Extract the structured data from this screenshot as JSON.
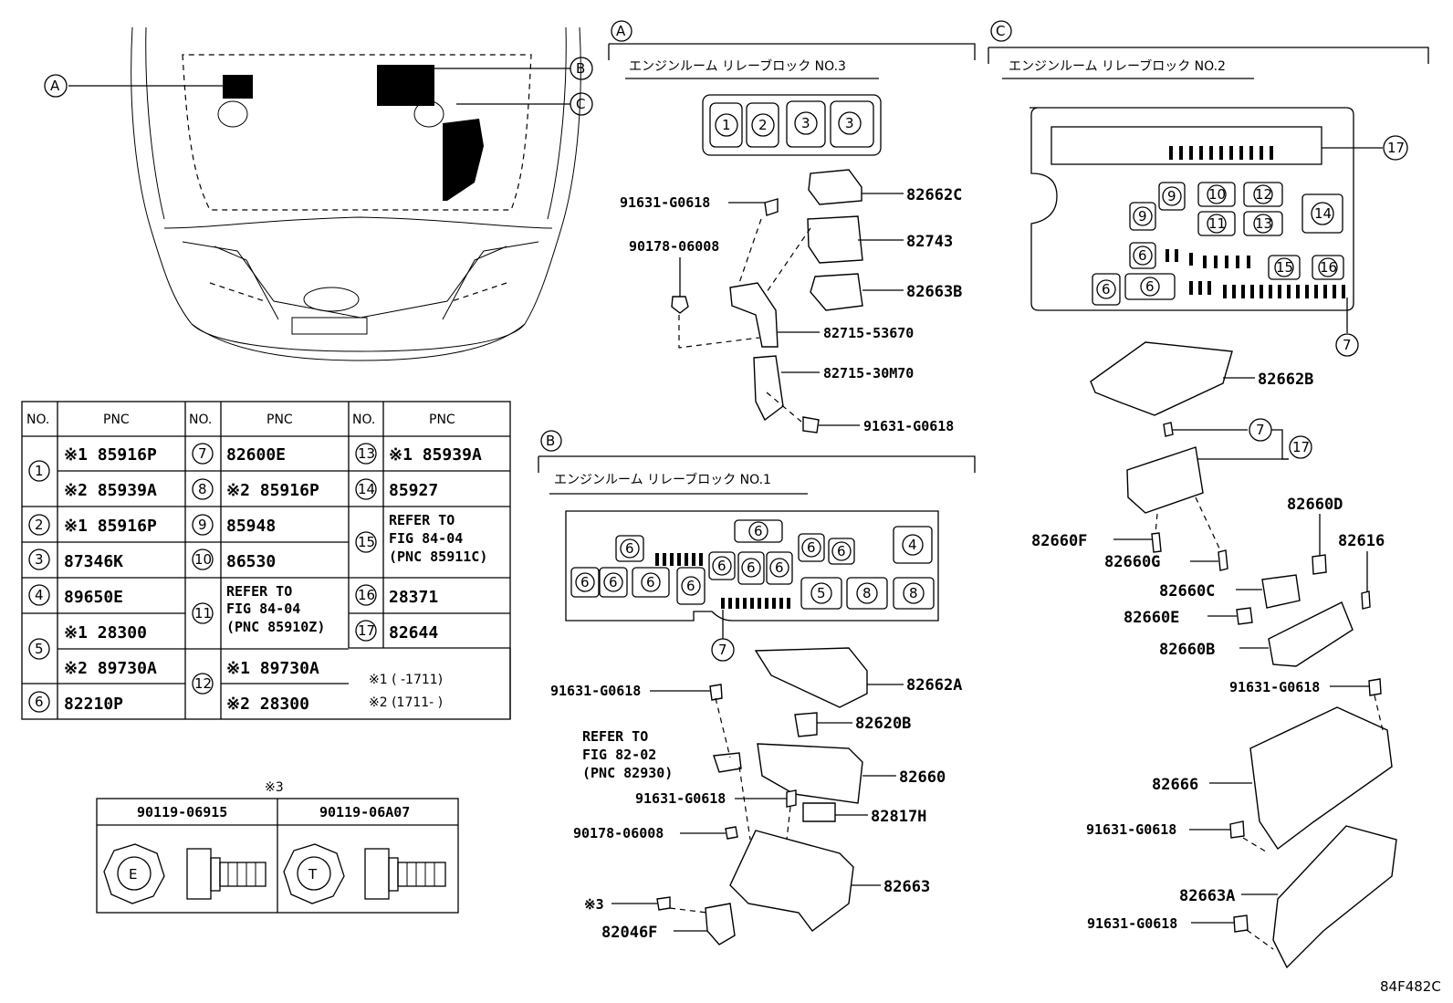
{
  "labels": {
    "A": "A",
    "B": "B",
    "C": "C"
  },
  "sections": {
    "a_title": "エンジンルーム リレーブロック NO.3",
    "b_title": "エンジンルーム リレーブロック NO.1",
    "c_title": "エンジンルーム リレーブロック NO.2"
  },
  "parts": {
    "p_82662C": "82662C",
    "p_82743": "82743",
    "p_82663B": "82663B",
    "p_82715_53670": "82715-53670",
    "p_82715_30M70": "82715-30M70",
    "p_91631_a1": "91631-G0618",
    "p_90178_a": "90178-06008",
    "p_91631_a2": "91631-G0618",
    "p_82662A": "82662A",
    "p_82620B": "82620B",
    "p_82660": "82660",
    "p_82817H": "82817H",
    "p_82663": "82663",
    "p_82046F": "82046F",
    "p_91631_b1": "91631-G0618",
    "p_91631_b2": "91631-G0618",
    "p_90178_b": "90178-06008",
    "p_x3": "※3",
    "refer_82_1": "REFER TO",
    "refer_82_2": "FIG 82-02",
    "refer_82_3": "(PNC 82930)",
    "p_82662B": "82662B",
    "p_82660F": "82660F",
    "p_82660G": "82660G",
    "p_82660D": "82660D",
    "p_82616": "82616",
    "p_82660C": "82660C",
    "p_82660E": "82660E",
    "p_82660B": "82660B",
    "p_91631_c1": "91631-G0618",
    "p_82666": "82666",
    "p_91631_c2": "91631-G0618",
    "p_82663A": "82663A",
    "p_91631_c3": "91631-G0618"
  },
  "callouts": {
    "n1": "1",
    "n2": "2",
    "n3": "3",
    "n4": "4",
    "n5": "5",
    "n6": "6",
    "n7": "7",
    "n8": "8",
    "n9": "9",
    "n10": "10",
    "n11": "11",
    "n12": "12",
    "n13": "13",
    "n14": "14",
    "n15": "15",
    "n16": "16",
    "n17": "17"
  },
  "table": {
    "h_no": "NO.",
    "h_pnc": "PNC",
    "r1a": "※1 85916P",
    "r1b": "※2 85939A",
    "r2": "※1 85916P",
    "r3": "87346K",
    "r4": "89650E",
    "r5a": "※1 28300",
    "r5b": "※2 89730A",
    "r6": "82210P",
    "r7": "82600E",
    "r8": "※2 85916P",
    "r9": "85948",
    "r10": "86530",
    "r11_1": "REFER TO",
    "r11_2": "FIG 84-04",
    "r11_3": "(PNC 85910Z)",
    "r12a": "※1 89730A",
    "r12b": "※2 28300",
    "r13": "※1 85939A",
    "r14": "85927",
    "r15_1": "REFER TO",
    "r15_2": "FIG 84-04",
    "r15_3": "(PNC 85911C)",
    "r16": "28371",
    "r17": "82644"
  },
  "notes": {
    "x1": "※1 (      -1711)",
    "x2": "※2 (1711-      )"
  },
  "bolts": {
    "title": "※3",
    "b1": "90119-06915",
    "b2": "90119-06A07",
    "e": "E",
    "t": "T"
  },
  "figure_id": "84F482C"
}
